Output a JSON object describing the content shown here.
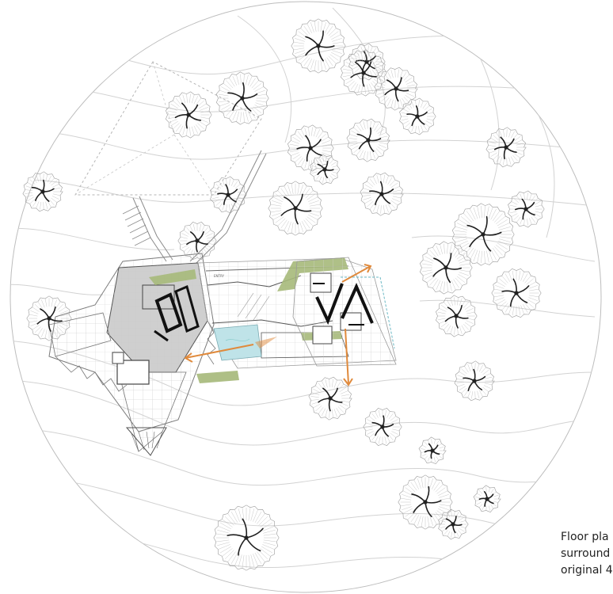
{
  "caption": {
    "lines": [
      "Floor pla",
      "surround",
      "original 4"
    ]
  },
  "drawing": {
    "site_label": "ENTRY",
    "colors": {
      "line": "#9a9a9a",
      "contour": "#cfcfcf",
      "tree": "#2a2a2a",
      "terrace": "#a6b97a",
      "arrow": "#e08a3c",
      "pool": "#bfe3e8",
      "roof": "#b0b0b0"
    }
  }
}
